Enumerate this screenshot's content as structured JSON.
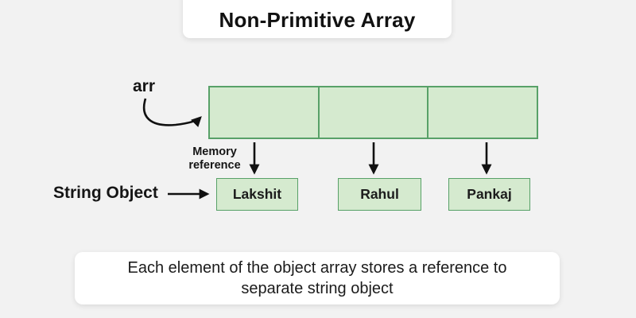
{
  "title": "Non-Primitive Array",
  "labels": {
    "arr": "arr",
    "memory_reference": "Memory\nreference",
    "string_object": "String Object"
  },
  "array": {
    "cell_count": 3,
    "cells": [
      "",
      "",
      ""
    ]
  },
  "string_objects": [
    "Lakshit",
    "Rahul",
    "Pankaj"
  ],
  "caption": "Each element of the object  array stores a reference to\nseparate string object",
  "colors": {
    "background": "#f2f2f2",
    "panel": "#ffffff",
    "box_fill": "#d5eacf",
    "box_border": "#58a168",
    "arrow": "#111111",
    "text": "#1a1a1a"
  }
}
